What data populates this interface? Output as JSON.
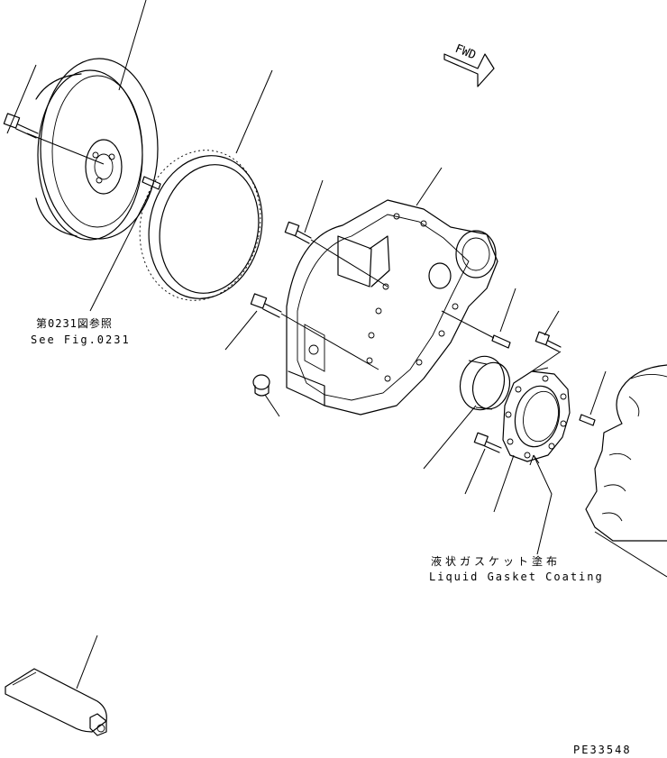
{
  "labels": {
    "ref_jp": "第0231図参照",
    "ref_en": "See Fig.0231",
    "gasket_jp": "液状ガスケット塗布",
    "gasket_en": "Liquid Gasket Coating",
    "fwd": "FWD",
    "drawing_no": "PE33548"
  },
  "icons": [
    "flywheel",
    "ring-gear",
    "flywheel-housing",
    "oil-seal",
    "seal-cover",
    "engine-block",
    "bolt",
    "dowel-pin",
    "plug",
    "gasket-tube",
    "fwd-arrow"
  ]
}
